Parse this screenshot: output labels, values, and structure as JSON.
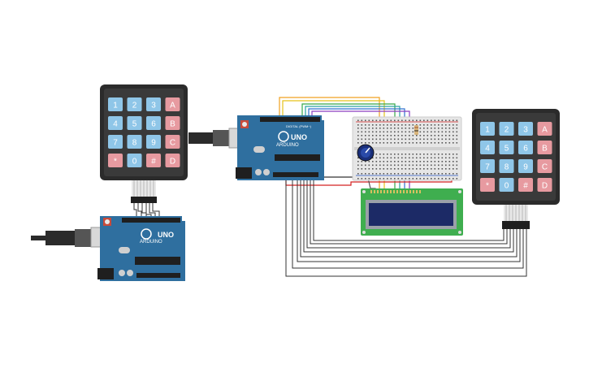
{
  "keypad": {
    "keys": [
      [
        "1",
        "2",
        "3",
        "A"
      ],
      [
        "4",
        "5",
        "6",
        "B"
      ],
      [
        "7",
        "8",
        "9",
        "C"
      ],
      [
        "*",
        "0",
        "#",
        "D"
      ]
    ]
  },
  "arduino": {
    "model_label": "UNO",
    "brand_label": "ARDUINO",
    "digital_label": "DIGITAL (PWM~)"
  },
  "colors": {
    "board_blue": "#2f6f9f",
    "keypad_frame": "#2b2b2b",
    "key_blue": "#8fc6e8",
    "key_red": "#e79aa0",
    "wire_dark": "#333333",
    "wire_red": "#d42020",
    "lcd_green": "#3fae4f",
    "lcd_screen": "#1c2a66"
  }
}
